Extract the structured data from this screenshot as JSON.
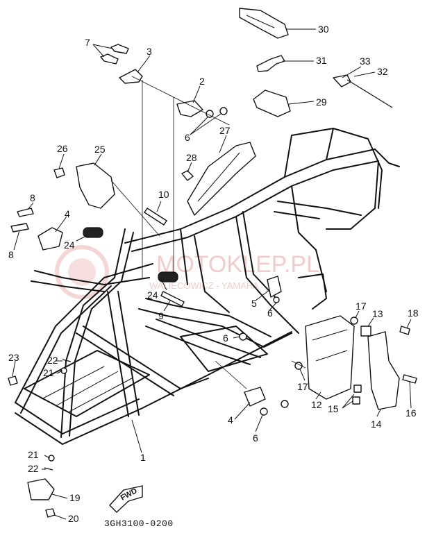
{
  "diagram": {
    "drawing_code": "3GH3100-0200",
    "fwd_label": "FWD",
    "watermark": {
      "main": "MOTOKLEP.PL",
      "sub": "WALIECOWICZ - YAMAHA"
    },
    "callouts": {
      "1": "1",
      "2": "2",
      "3": "3",
      "4a": "4",
      "4b": "4",
      "5": "5",
      "6a": "6",
      "6b": "6",
      "6c": "6",
      "6d": "6",
      "7": "7",
      "8a": "8",
      "8b": "8",
      "9": "9",
      "10": "10",
      "12": "12",
      "13": "13",
      "14": "14",
      "15": "15",
      "16": "16",
      "17a": "17",
      "17b": "17",
      "18": "18",
      "19": "19",
      "20": "20",
      "21a": "21",
      "21b": "21",
      "22a": "22",
      "22b": "22",
      "23": "23",
      "24a": "24",
      "24b": "24",
      "25": "25",
      "26": "26",
      "27": "27",
      "28": "28",
      "29": "29",
      "30": "30",
      "31": "31",
      "32": "32",
      "33": "33"
    }
  }
}
